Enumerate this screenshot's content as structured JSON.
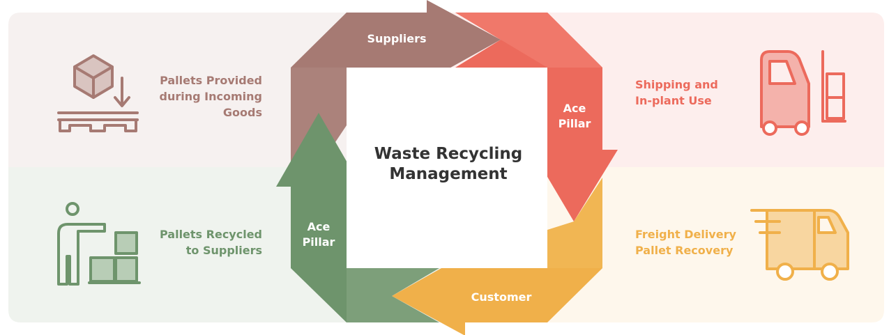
{
  "center": {
    "line1": "Waste Recycling",
    "line2": "Management"
  },
  "cycle": {
    "top": "Suppliers",
    "bottom": "Customer",
    "right": {
      "line1": "Ace",
      "line2": "Pillar"
    },
    "left": {
      "line1": "Ace",
      "line2": "Pillar"
    }
  },
  "quadrants": {
    "top_left": {
      "lines": [
        "Pallets Provided",
        "during Incoming",
        "Goods"
      ],
      "icon": "pallet-box-icon"
    },
    "top_right": {
      "lines": [
        "Shipping and",
        "In-plant Use"
      ],
      "icon": "forklift-icon"
    },
    "bottom_left": {
      "lines": [
        "Pallets Recycled",
        "to Suppliers"
      ],
      "icon": "worker-stacking-boxes-icon"
    },
    "bottom_right": {
      "lines": [
        "Freight Delivery",
        "Pallet Recovery"
      ],
      "icon": "delivery-truck-icon"
    }
  },
  "colors": {
    "mauve": "#A67A73",
    "red": "#EC6A5C",
    "gold": "#F0B04A",
    "green": "#6E946C",
    "bg_top_left": "#F6F1F0",
    "bg_top_right": "#FDEEED",
    "bg_bottom_left": "#EFF3EE",
    "bg_bottom_right": "#FEF7EC"
  }
}
